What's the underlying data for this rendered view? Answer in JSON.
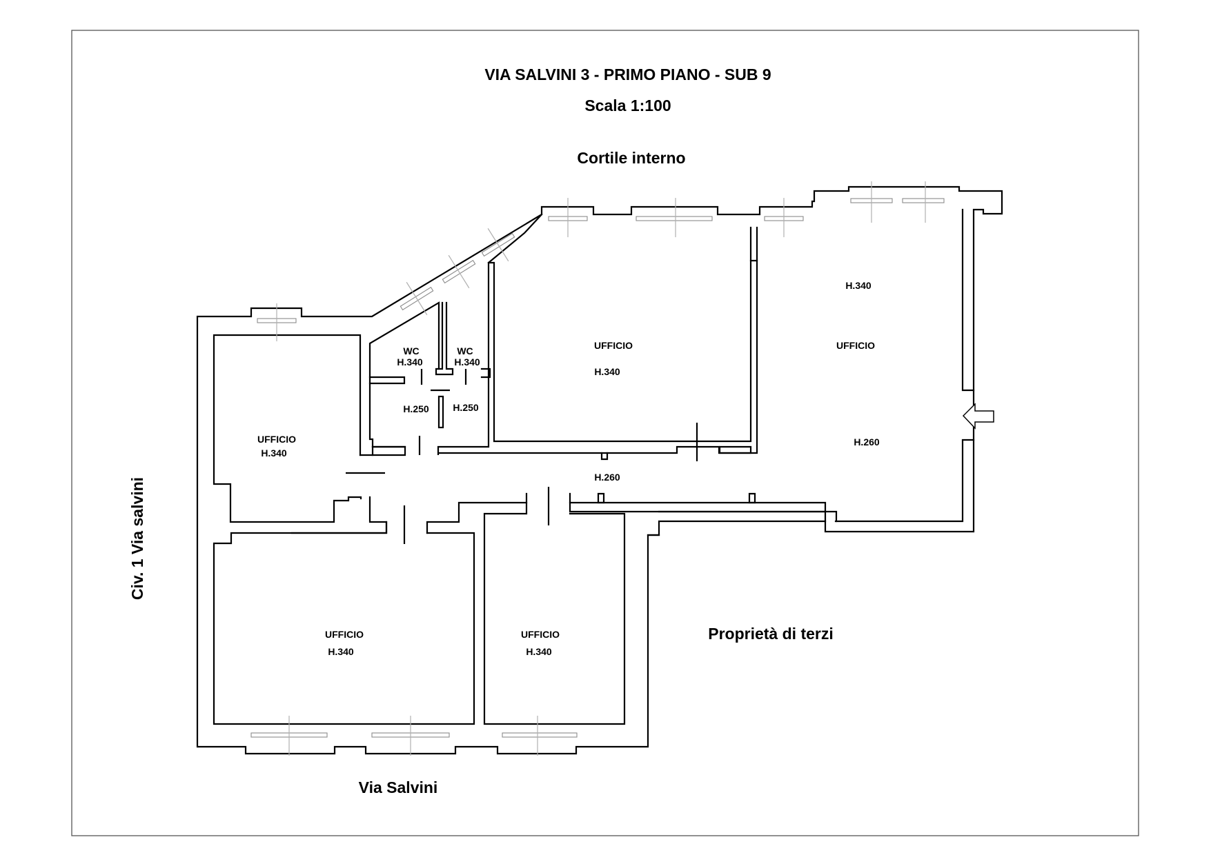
{
  "title": "VIA SALVINI 3 - PRIMO PIANO - SUB 9",
  "scale": "Scala 1:100",
  "surroundings": {
    "north": "Cortile interno",
    "south": "Via Salvini",
    "west": "Civ. 1 Via salvini",
    "east_south": "Proprietà di terzi"
  },
  "rooms": {
    "west_office": {
      "name": "UFFICIO",
      "height": "H.340"
    },
    "wc_left": {
      "name": "WC",
      "height": "H.340",
      "antibagno": "H.250"
    },
    "wc_right": {
      "name": "WC",
      "height": "H.340",
      "antibagno": "H.250"
    },
    "north_office": {
      "name": "UFFICIO",
      "height": "H.340"
    },
    "east_office": {
      "name": "UFFICIO",
      "height_top": "H.340",
      "height_bottom": "H.260"
    },
    "corridor": {
      "height": "H.260"
    },
    "southwest_office": {
      "name": "UFFICIO",
      "height": "H.340"
    },
    "south_office": {
      "name": "UFFICIO",
      "height": "H.340"
    }
  },
  "entrance_icon": "left-arrow-icon"
}
